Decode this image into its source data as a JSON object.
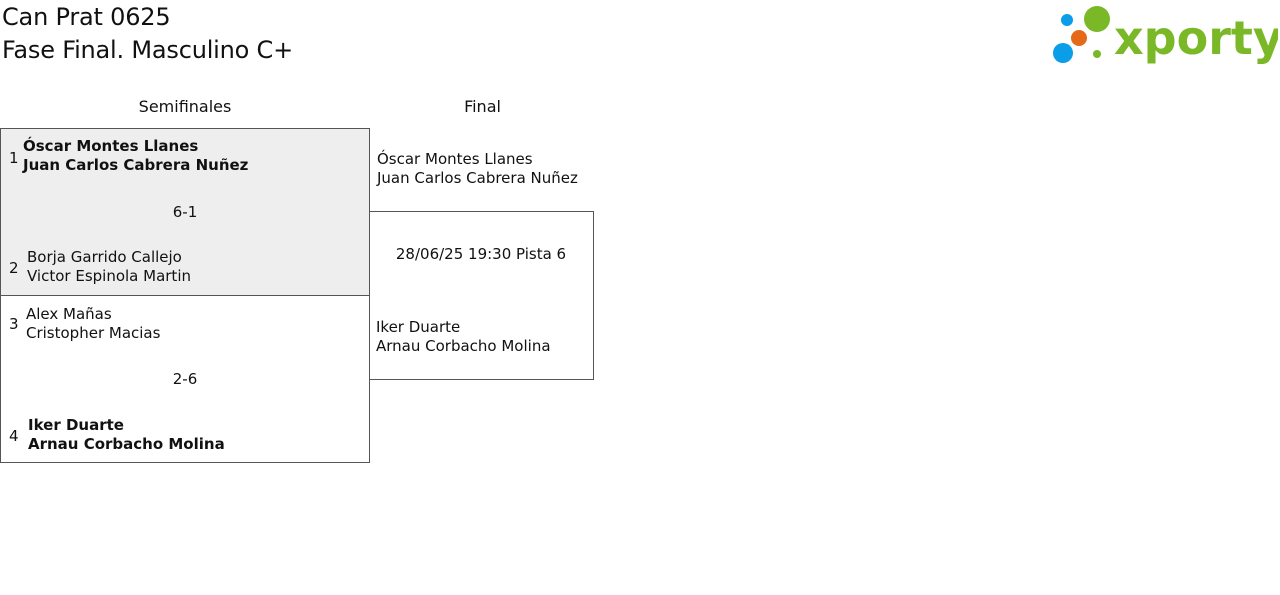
{
  "header": {
    "tournament": "Can Prat 0625",
    "phase": "Fase Final. Masculino C+"
  },
  "logo": {
    "text": "xporty",
    "colors": {
      "green": "#7ab828",
      "blue": "#0a9ee8",
      "orange": "#e46a17"
    }
  },
  "rounds": {
    "semifinal_label": "Semifinales",
    "final_label": "Final"
  },
  "semifinals": [
    {
      "score": "6-1",
      "top": {
        "seed": "1",
        "player1": "Óscar Montes Llanes",
        "player2": "Juan Carlos Cabrera Nuñez",
        "winner": true
      },
      "bottom": {
        "seed": "2",
        "player1": "Borja Garrido Callejo",
        "player2": "Victor Espinola Martin",
        "winner": false
      }
    },
    {
      "score": "2-6",
      "top": {
        "seed": "3",
        "player1": "Alex Mañas",
        "player2": "Cristopher Macias",
        "winner": false
      },
      "bottom": {
        "seed": "4",
        "player1": "Iker Duarte",
        "player2": "Arnau Corbacho Molina",
        "winner": true
      }
    }
  ],
  "final": {
    "top": {
      "player1": "Óscar Montes Llanes",
      "player2": "Juan Carlos Cabrera Nuñez"
    },
    "info": "28/06/25 19:30 Pista 6",
    "bottom": {
      "player1": "Iker Duarte",
      "player2": "Arnau Corbacho Molina"
    }
  }
}
